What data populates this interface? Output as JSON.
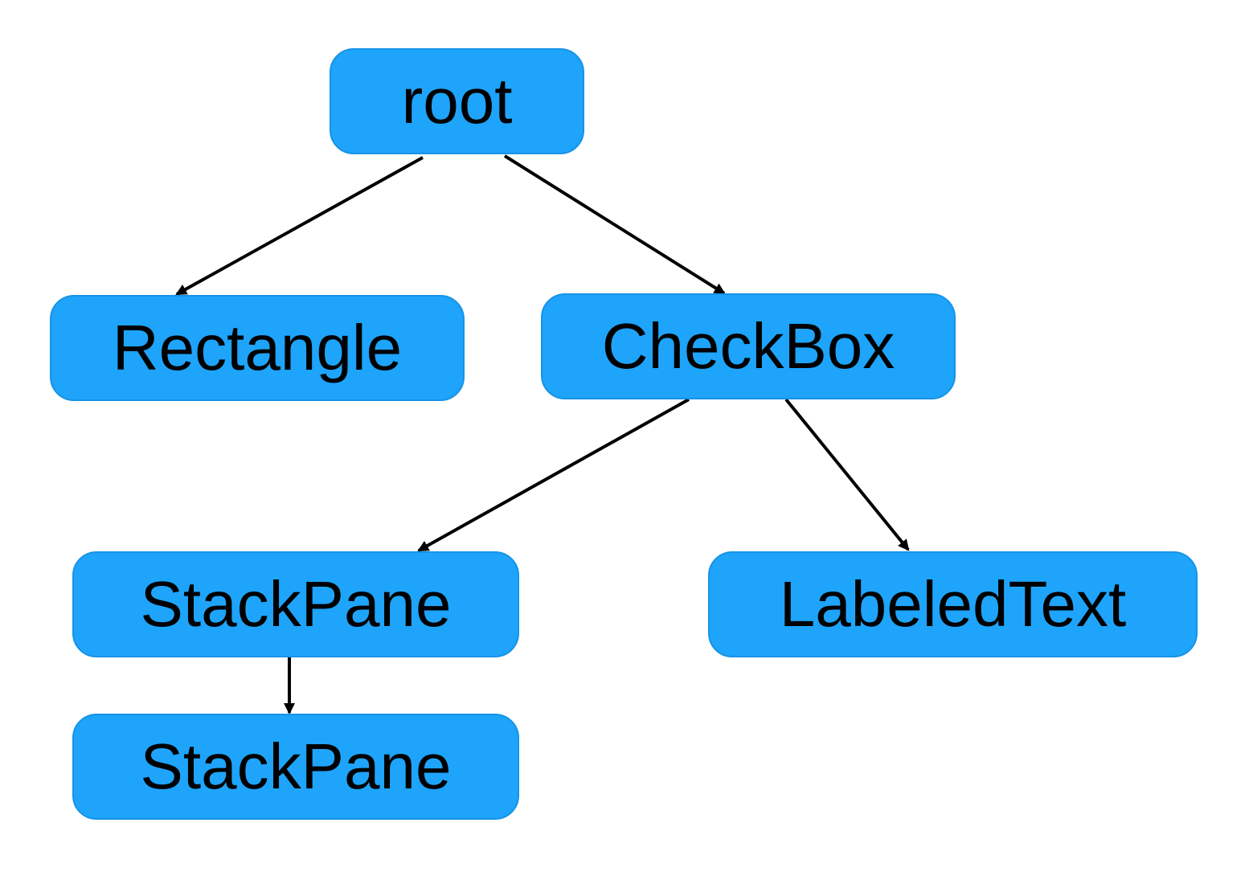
{
  "diagram": {
    "colors": {
      "node_fill": "#1ea4fb",
      "node_text": "#000000",
      "edge": "#000000",
      "background": "#ffffff"
    },
    "nodes": [
      {
        "id": "root",
        "label": "root"
      },
      {
        "id": "rectangle",
        "label": "Rectangle"
      },
      {
        "id": "checkbox",
        "label": "CheckBox"
      },
      {
        "id": "stackpane-1",
        "label": "StackPane"
      },
      {
        "id": "labeledtext",
        "label": "LabeledText"
      },
      {
        "id": "stackpane-2",
        "label": "StackPane"
      }
    ],
    "edges": [
      {
        "from": "root",
        "to": "rectangle"
      },
      {
        "from": "root",
        "to": "checkbox"
      },
      {
        "from": "checkbox",
        "to": "stackpane-1"
      },
      {
        "from": "checkbox",
        "to": "labeledtext"
      },
      {
        "from": "stackpane-1",
        "to": "stackpane-2"
      }
    ]
  }
}
